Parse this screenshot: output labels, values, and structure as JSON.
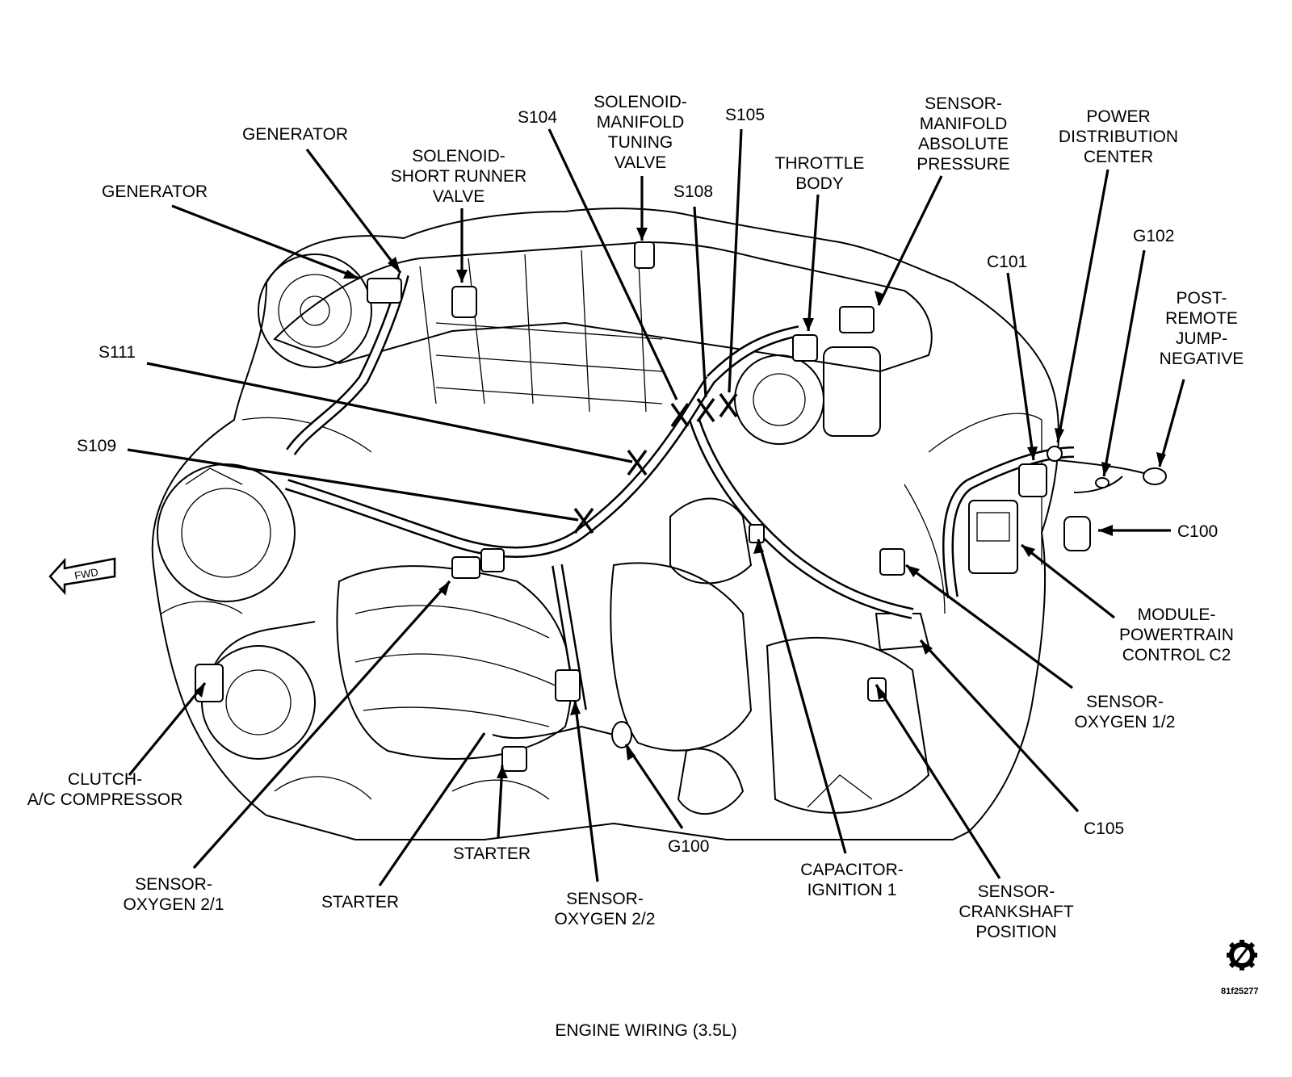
{
  "caption": "ENGINE WIRING (3.5L)",
  "figure_id": "81f25277",
  "fwd_label": "FWD",
  "labels": {
    "generator_top": "GENERATOR",
    "generator_left": "GENERATOR",
    "solenoid_short_runner": "SOLENOID-\nSHORT RUNNER\nVALVE",
    "s104": "S104",
    "solenoid_manifold_tuning": "SOLENOID-\nMANIFOLD\nTUNING\nVALVE",
    "s105": "S105",
    "s108": "S108",
    "throttle_body": "THROTTLE\nBODY",
    "sensor_map": "SENSOR-\nMANIFOLD\nABSOLUTE\nPRESSURE",
    "power_distribution": "POWER\nDISTRIBUTION\nCENTER",
    "c101": "C101",
    "g102": "G102",
    "post_remote": "POST-\nREMOTE\nJUMP-\nNEGATIVE",
    "s111": "S111",
    "s109": "S109",
    "c100": "C100",
    "module_pcm": "MODULE-\nPOWERTRAIN\nCONTROL C2",
    "sensor_o2_12": "SENSOR-\nOXYGEN 1/2",
    "c105": "C105",
    "clutch_ac": "CLUTCH-\nA/C COMPRESSOR",
    "sensor_o2_21": "SENSOR-\nOXYGEN 2/1",
    "starter_left": "STARTER",
    "starter_mid": "STARTER",
    "sensor_o2_22": "SENSOR-\nOXYGEN 2/2",
    "g100": "G100",
    "capacitor": "CAPACITOR-\nIGNITION 1",
    "sensor_crank": "SENSOR-\nCRANKSHAFT\nPOSITION"
  }
}
